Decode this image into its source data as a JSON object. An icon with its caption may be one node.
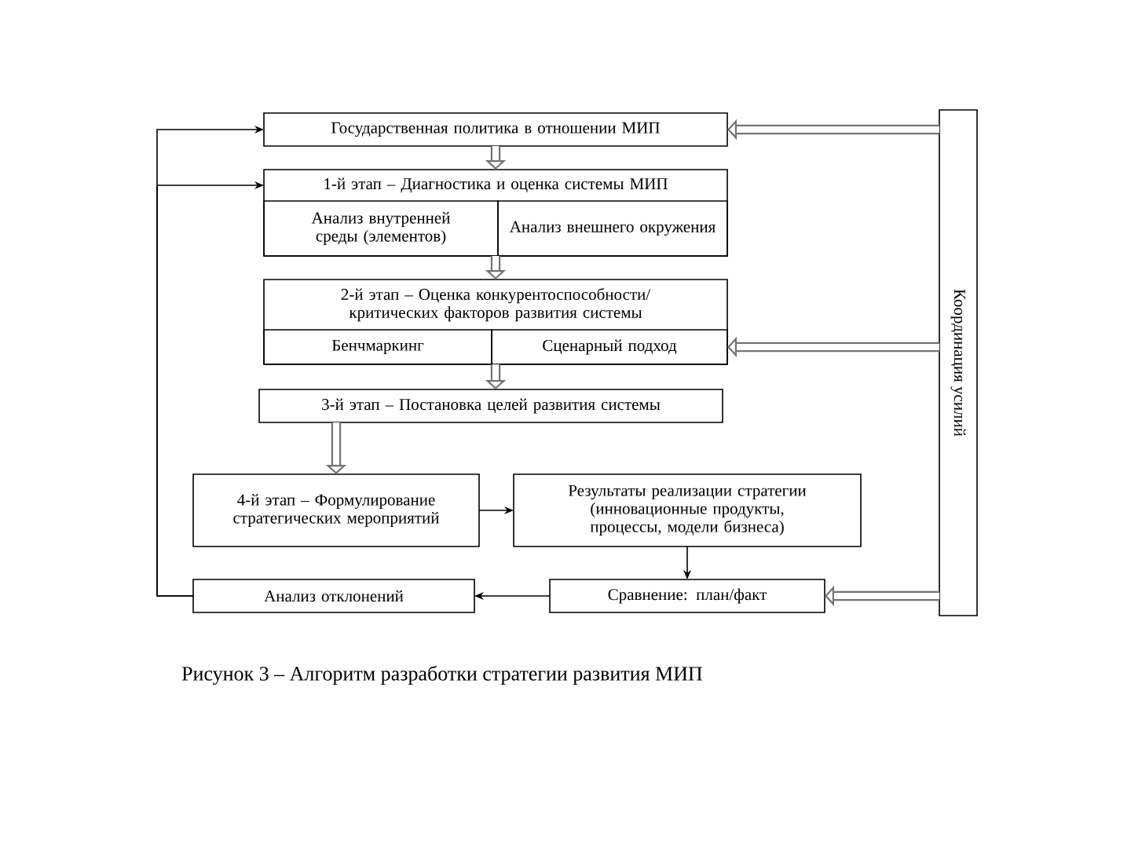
{
  "diagram": {
    "caption": "Рисунок 3 – Алгоритм разработки стратегии развития МИП",
    "nodes": [
      {
        "text": [
          "Государственная политика в отношении МИП"
        ]
      },
      {
        "text": [
          "1-й этап – Диагностика и оценка системы МИП"
        ]
      },
      {
        "text": [
          "Анализ внутренней среды (элементов)"
        ],
        "in": 1
      },
      {
        "text": [
          "Анализ внешнего окружения"
        ],
        "in": 1
      },
      {
        "text": [
          "2-й этап – Оценка конкурентоспособности/ критических факторов развития системы"
        ]
      },
      {
        "text": [
          "Бенчмаркинг"
        ],
        "in": 4
      },
      {
        "text": [
          "Сценарный подход"
        ],
        "in": 4
      },
      {
        "text": [
          "3-й этап – Постановка целей развития системы"
        ]
      },
      {
        "text": [
          "4-й этап – Формулирование стратегических мероприятий"
        ]
      },
      {
        "text": [
          "Результаты реализации стратегии (инновационные продукты, процессы, модели бизнеса)"
        ]
      },
      {
        "text": [
          "Анализ отклонений"
        ]
      },
      {
        "text": [
          "Сравнение: план/факт"
        ]
      },
      {
        "text": [
          "Координация усилий"
        ]
      }
    ],
    "edges": [
      {
        "from": 0,
        "to": 1,
        "arrow": "to"
      },
      {
        "from": 1,
        "to": 4,
        "arrow": "to"
      },
      {
        "from": 4,
        "to": 7,
        "arrow": "to"
      },
      {
        "from": 7,
        "to": 8,
        "arrow": "to"
      },
      {
        "from": 8,
        "to": 9,
        "arrow": "to",
        "color": "#000000"
      },
      {
        "from": 9,
        "to": 11,
        "arrow": "to",
        "color": "#000000"
      },
      {
        "from": 11,
        "to": 10,
        "arrow": "to",
        "color": "#000000"
      },
      {
        "from": 10,
        "to": 0,
        "arrow": "to",
        "color": "#000000"
      },
      {
        "from": 10,
        "to": 1,
        "arrow": "to",
        "color": "#000000"
      },
      {
        "from": 12,
        "to": 0,
        "arrow": "to"
      },
      {
        "from": 12,
        "to": 6,
        "arrow": "to"
      },
      {
        "from": 12,
        "to": 11,
        "arrow": "to"
      }
    ]
  }
}
